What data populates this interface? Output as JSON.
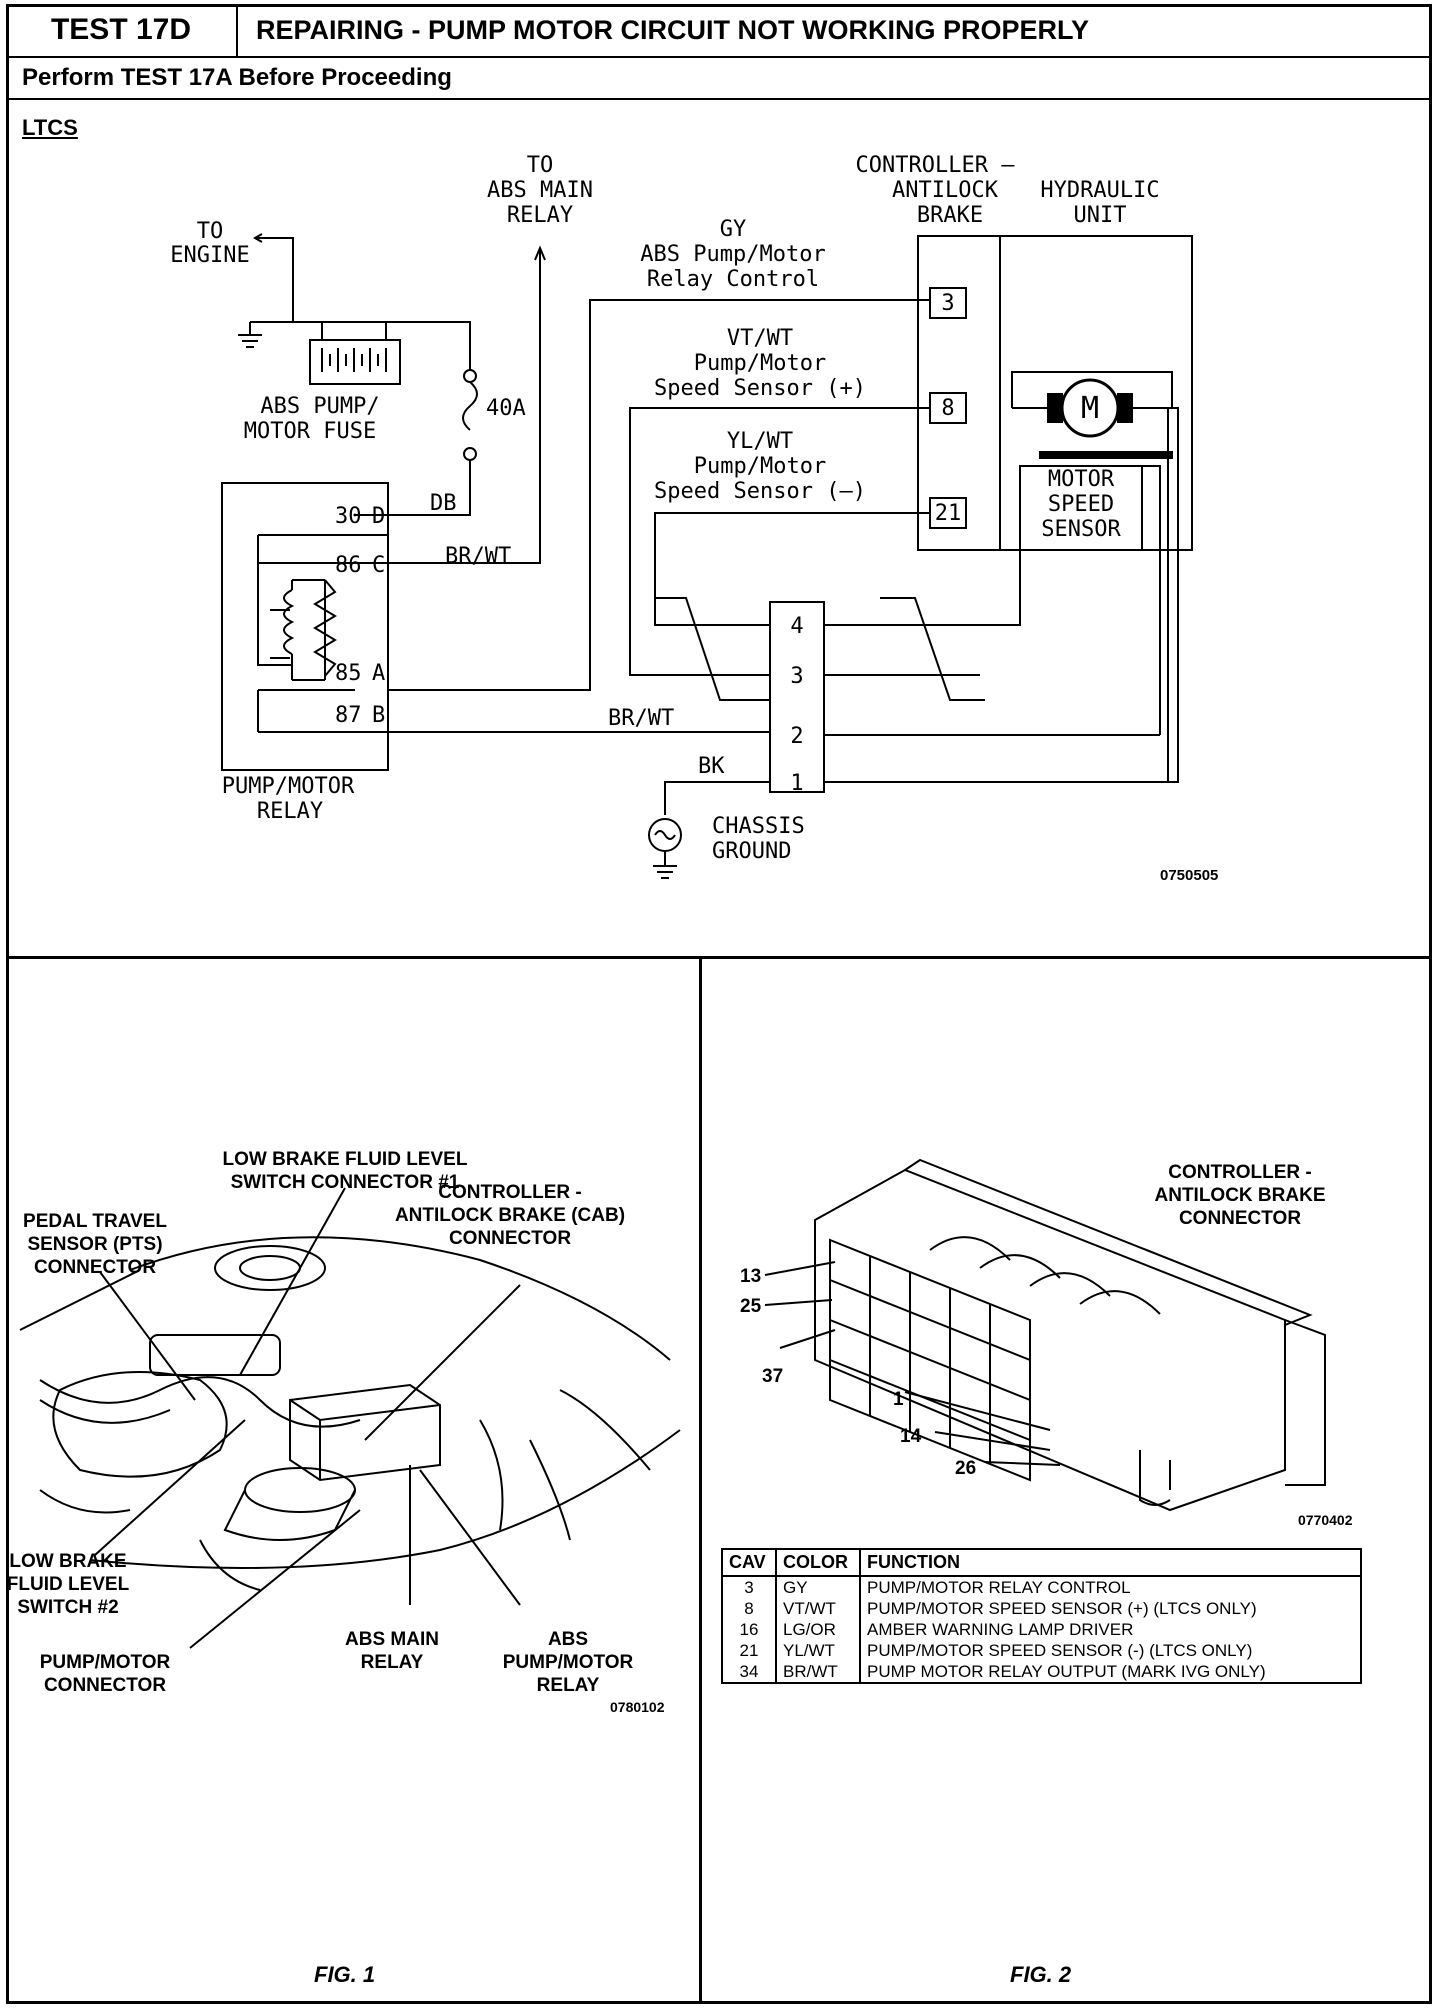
{
  "header": {
    "test_id": "TEST 17D",
    "title": "REPAIRING - PUMP MOTOR CIRCUIT NOT WORKING PROPERLY",
    "subtitle": "Perform TEST 17A Before Proceeding"
  },
  "schematic": {
    "section_label": "LTCS",
    "to_engine": [
      "TO",
      "ENGINE"
    ],
    "to_abs_main_relay": [
      "TO",
      "ABS MAIN",
      "RELAY"
    ],
    "controller_label": [
      "CONTROLLER –",
      "ANTILOCK",
      "BRAKE"
    ],
    "hcu_label": [
      "HYDRAULIC",
      "UNIT"
    ],
    "fuse_label": [
      "ABS PUMP/",
      "MOTOR FUSE"
    ],
    "fuse_rating": "40A",
    "wire_db": "DB",
    "wire_brwt_upper": "BR/WT",
    "wire_brwt_lower": "BR/WT",
    "wire_bk": "BK",
    "gy_label": [
      "GY",
      "ABS Pump/Motor",
      "Relay Control"
    ],
    "vtwt_label": [
      "VT/WT",
      "Pump/Motor",
      "Speed Sensor (+)"
    ],
    "ylwt_label": [
      "YL/WT",
      "Pump/Motor",
      "Speed Sensor (–)"
    ],
    "cab_pins": [
      "3",
      "8",
      "21"
    ],
    "relay_pins": [
      {
        "num": "30",
        "letter": "D"
      },
      {
        "num": "86",
        "letter": "C"
      },
      {
        "num": "85",
        "letter": "A"
      },
      {
        "num": "87",
        "letter": "B"
      }
    ],
    "relay_label": [
      "PUMP/MOTOR",
      "RELAY"
    ],
    "motor_symbol": "M",
    "motor_speed_sensor": [
      "MOTOR",
      "SPEED",
      "SENSOR"
    ],
    "connector_pins": [
      "4",
      "3",
      "2",
      "1"
    ],
    "chassis_ground": [
      "CHASSIS",
      "GROUND"
    ],
    "figure_code": "0750505"
  },
  "fig1": {
    "label": "FIG. 1",
    "figure_code": "0780102",
    "callouts": {
      "low_brake_switch_1": [
        "LOW BRAKE FLUID LEVEL",
        "SWITCH CONNECTOR #1"
      ],
      "pts_connector": [
        "PEDAL TRAVEL",
        "SENSOR (PTS)",
        "CONNECTOR"
      ],
      "cab_connector": [
        "CONTROLLER -",
        "ANTILOCK BRAKE (CAB)",
        "CONNECTOR"
      ],
      "low_brake_switch_2": [
        "LOW BRAKE",
        "FLUID LEVEL",
        "SWITCH #2"
      ],
      "abs_main_relay": [
        "ABS MAIN",
        "RELAY"
      ],
      "abs_pump_motor_relay": [
        "ABS",
        "PUMP/MOTOR",
        "RELAY"
      ],
      "pump_motor_connector": [
        "PUMP/MOTOR",
        "CONNECTOR"
      ]
    }
  },
  "fig2": {
    "label": "FIG. 2",
    "figure_code": "0770402",
    "connector_title": [
      "CONTROLLER -",
      "ANTILOCK BRAKE",
      "CONNECTOR"
    ],
    "pin_callouts": [
      "13",
      "25",
      "37",
      "1",
      "14",
      "26"
    ],
    "table": {
      "headers": [
        "CAV",
        "COLOR",
        "FUNCTION"
      ],
      "rows": [
        [
          "3",
          "GY",
          "PUMP/MOTOR RELAY CONTROL"
        ],
        [
          "8",
          "VT/WT",
          "PUMP/MOTOR SPEED SENSOR (+) (LTCS ONLY)"
        ],
        [
          "16",
          "LG/OR",
          "AMBER WARNING LAMP DRIVER"
        ],
        [
          "21",
          "YL/WT",
          "PUMP/MOTOR SPEED SENSOR (-) (LTCS ONLY)"
        ],
        [
          "34",
          "BR/WT",
          "PUMP MOTOR RELAY OUTPUT (MARK IVG ONLY)"
        ]
      ]
    }
  }
}
